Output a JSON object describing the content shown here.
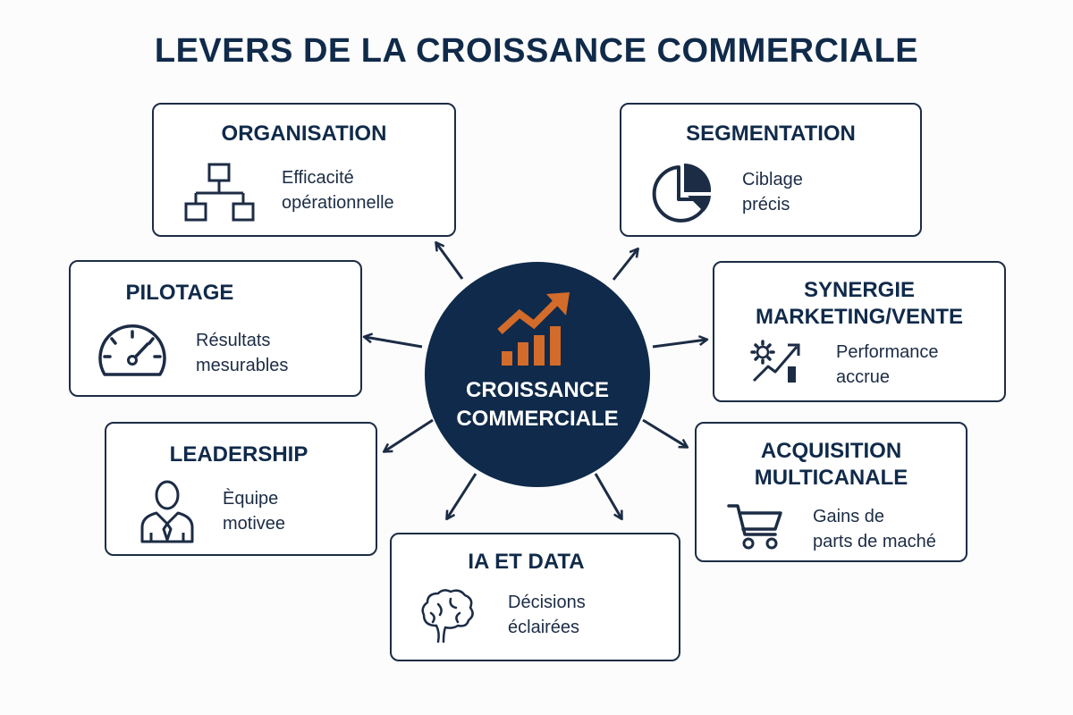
{
  "title": "LEVERS DE LA CROISSANCE COMMERCIALE",
  "hub": {
    "line1": "CROISSANCE",
    "line2": "COMMERCIALE",
    "icon": "growth-chart-icon"
  },
  "colors": {
    "navy": "#0f2a4a",
    "accent": "#d36b2a",
    "stroke": "#1c2c45"
  },
  "cards": {
    "organisation": {
      "title": [
        "ORGANISATION"
      ],
      "text": [
        "Efficacité",
        "opérationnelle"
      ],
      "icon": "org-chart-icon"
    },
    "segmentation": {
      "title": [
        "SEGMENTATION"
      ],
      "text": [
        "Ciblage",
        "précis"
      ],
      "icon": "pie-chart-icon"
    },
    "pilotage": {
      "title": [
        "PILOTAGE"
      ],
      "text": [
        "Résultats",
        "mesurables"
      ],
      "icon": "gauge-icon"
    },
    "synergie": {
      "title": [
        "SYNERGIE",
        "MARKETING/VENTE"
      ],
      "text": [
        "Performance",
        "accrue"
      ],
      "icon": "gear-growth-icon"
    },
    "leadership": {
      "title": [
        "LEADERSHIP"
      ],
      "text": [
        "Èquipe",
        "motivee"
      ],
      "icon": "person-icon"
    },
    "acquisition": {
      "title": [
        "ACQUISITION",
        "MULTICANALE"
      ],
      "text": [
        "Gains de",
        "parts de maché"
      ],
      "icon": "cart-icon"
    },
    "ia": {
      "title": [
        "IA ET DATA"
      ],
      "text": [
        "Décisions",
        "éclairées"
      ],
      "icon": "brain-icon"
    }
  }
}
